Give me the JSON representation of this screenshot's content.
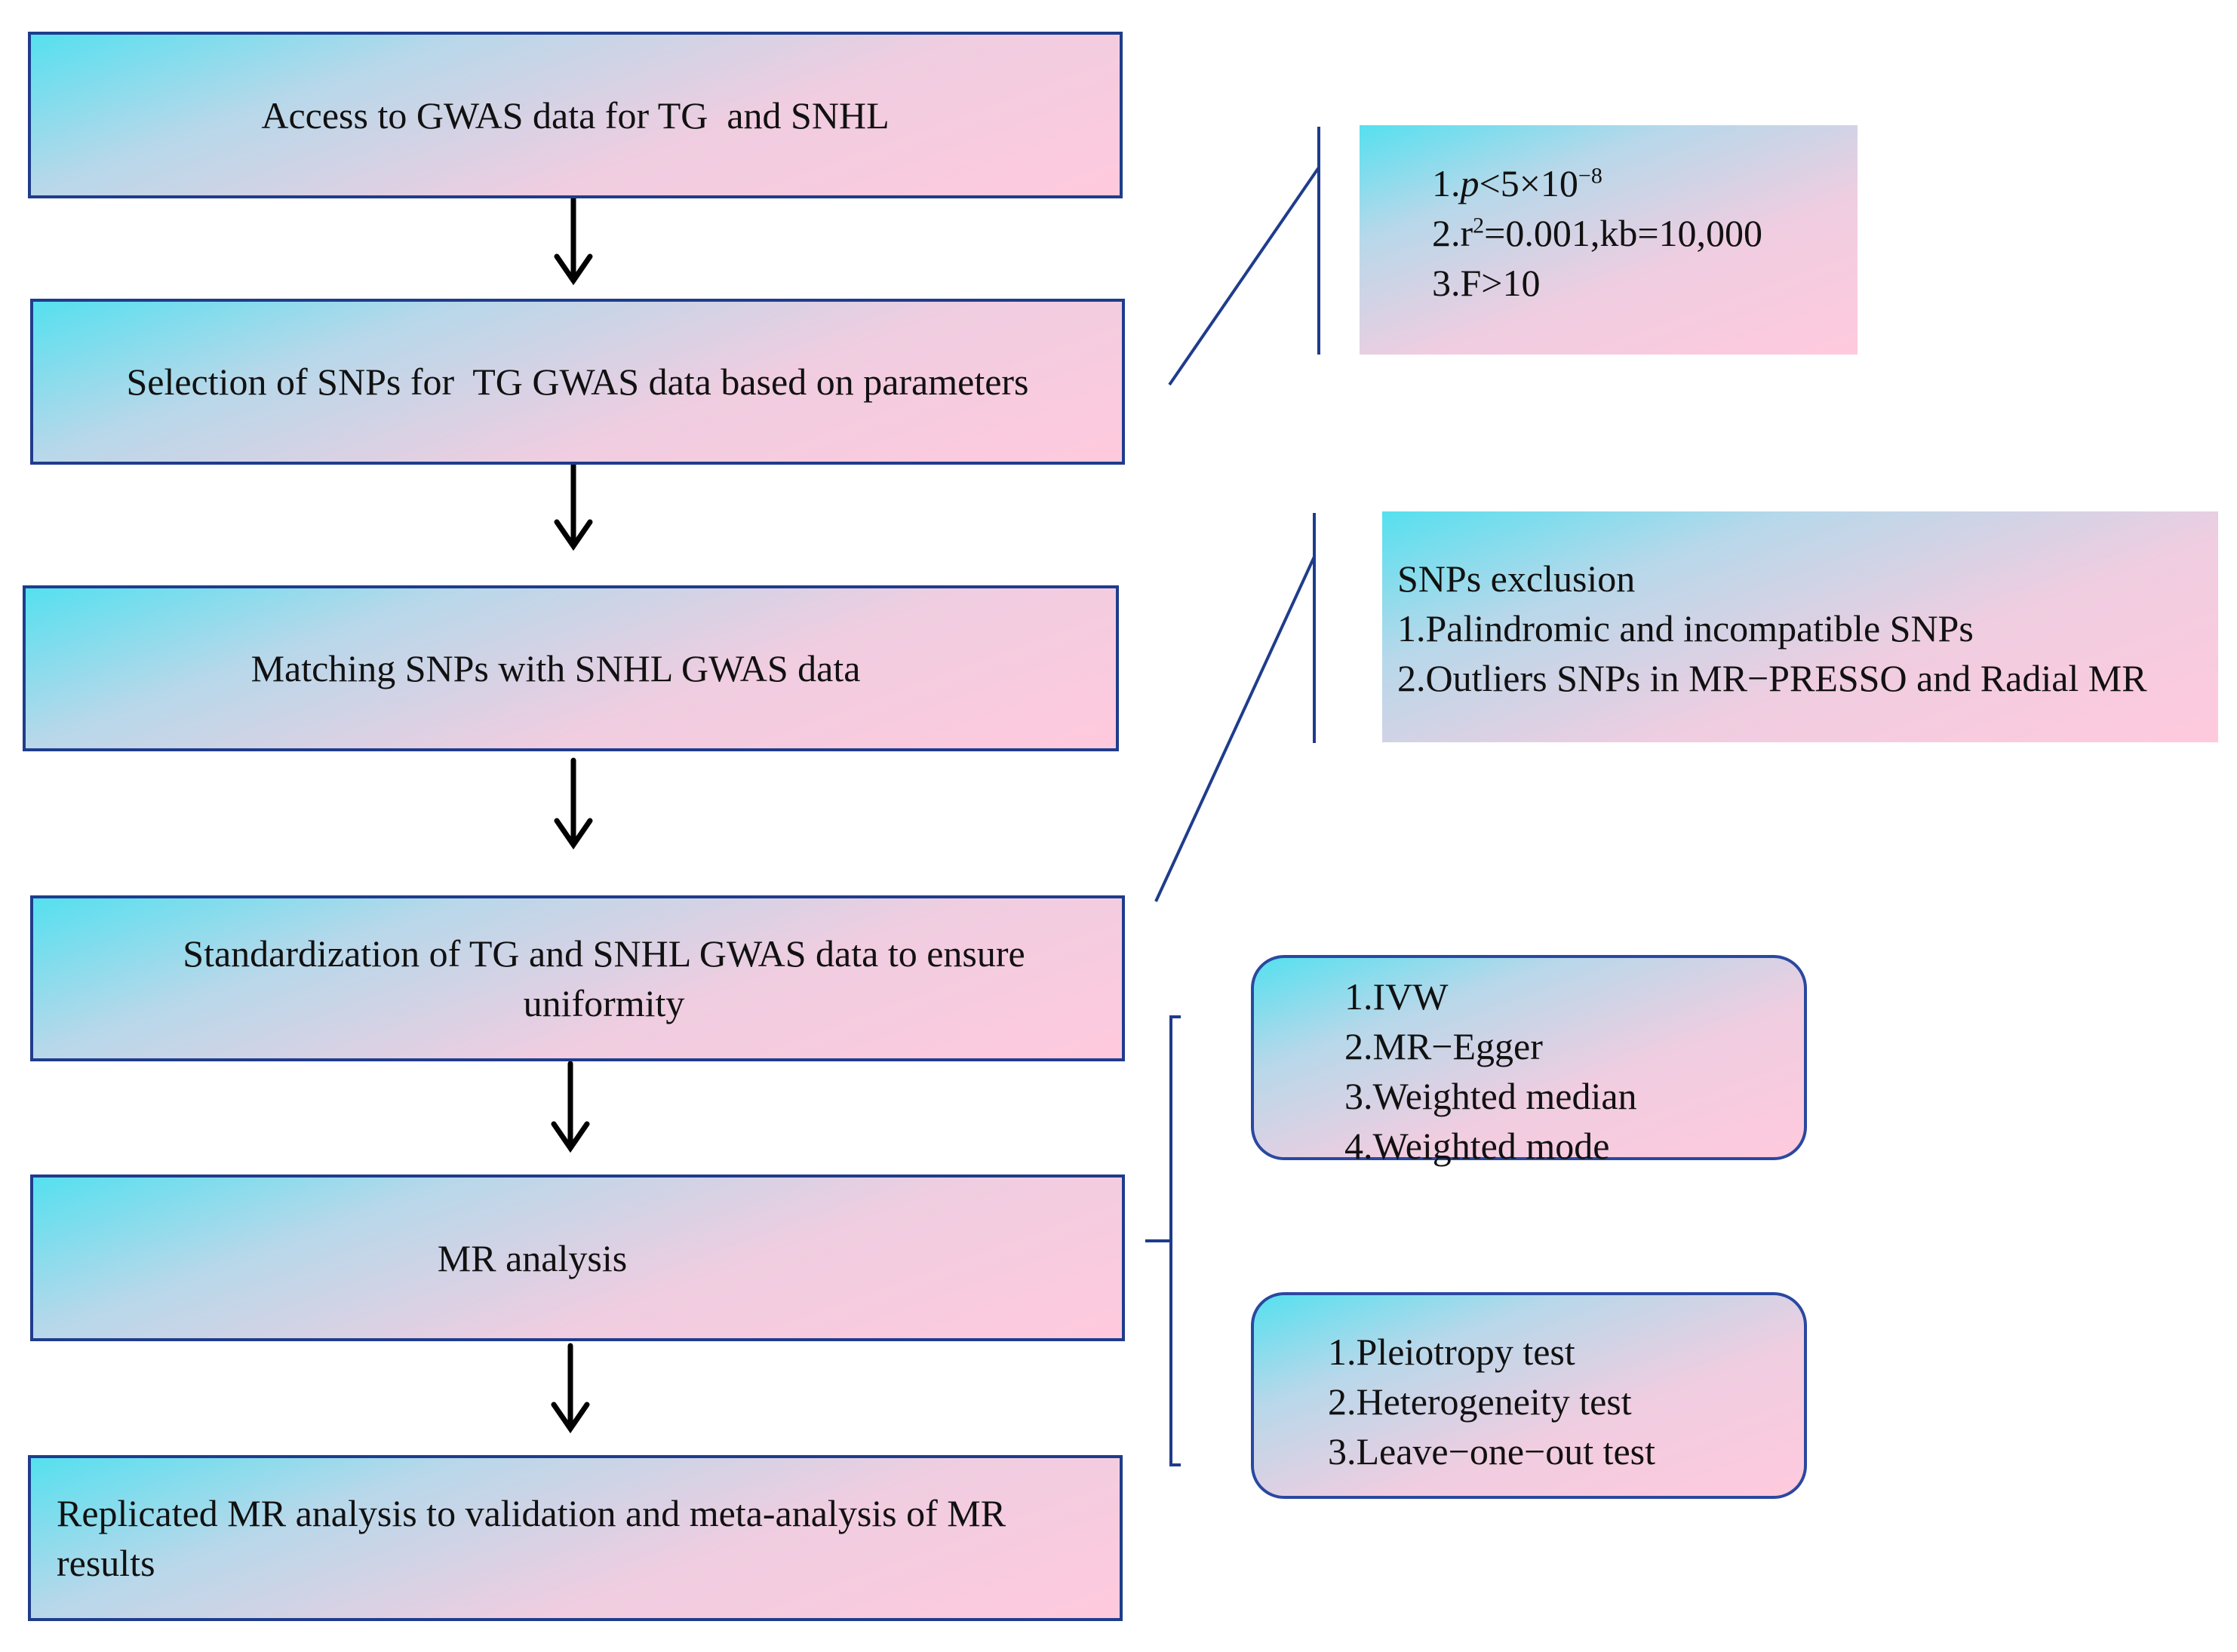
{
  "flow_steps": [
    {
      "label": "Access to GWAS data for TG  and SNHL"
    },
    {
      "label": "Selection of SNPs for  TG GWAS data based on parameters"
    },
    {
      "label": "Matching SNPs with SNHL GWAS data"
    },
    {
      "label": "Standardization of TG and SNHL GWAS data to ensure uniformity"
    },
    {
      "label": "MR analysis"
    },
    {
      "label": "Replicated MR analysis to validation and meta-analysis of MR results"
    }
  ],
  "parameters_note": {
    "item1_prefix": "1.",
    "item1_var": "p",
    "item1_rest": "<5×10",
    "item1_exp": "−8",
    "item2_prefix": "2.r",
    "item2_exp": "2",
    "item2_rest": "=0.001,kb=10,000",
    "item3": "3.F>10"
  },
  "exclusion_note": {
    "title": "SNPs exclusion",
    "items": [
      "1.Palindromic and incompatible SNPs",
      "2.Outliers SNPs in MR−PRESSO and Radial MR"
    ]
  },
  "mr_methods": {
    "items": [
      "1.IVW",
      "2.MR−Egger",
      "3.Weighted median",
      "4.Weighted mode"
    ]
  },
  "sensitivity_tests": {
    "items": [
      "1.Pleiotropy test",
      "2.Heterogeneity test",
      "3.Leave−one−out test"
    ]
  },
  "colors": {
    "box_border": "#1f3c8c",
    "connector_line": "#1f3c8c",
    "arrow": "#000000",
    "gradient_start": "#55e0ef",
    "gradient_end": "#ffc9dd"
  }
}
